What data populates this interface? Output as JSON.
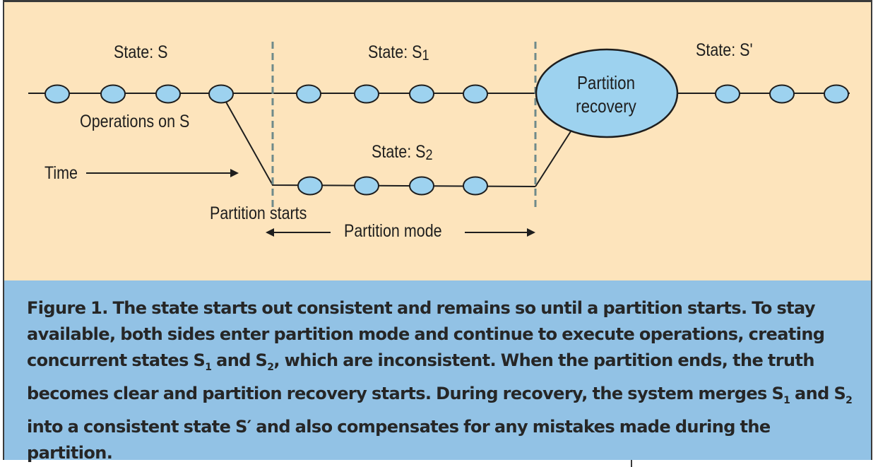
{
  "diagram": {
    "state_s": "State: S",
    "state_s1_prefix": "State: S",
    "state_s1_sub": "1",
    "state_s2_prefix": "State: S",
    "state_s2_sub": "2",
    "state_s_prime": "State: S'",
    "operations_on_s": "Operations on S",
    "time": "Time",
    "partition_starts": "Partition starts",
    "partition_mode": "Partition mode",
    "recovery_line1": "Partition",
    "recovery_line2": "recovery"
  },
  "caption": {
    "figure_label": "Figure 1.",
    "part1": " The state starts out consistent and remains so until a partition starts. To stay available, both sides enter partition mode and continue to execute operations, creating concurrent states S",
    "sub1": "1",
    "part2": " and S",
    "sub2": "2",
    "part3": ", which are inconsistent. When the partition ends, the truth becomes clear and partition recovery starts. During recovery, the system merges S",
    "sub3": "1",
    "part4": " and S",
    "sub4": "2",
    "part5": " into a consistent state S′ and also compensates for any mistakes made during the partition."
  },
  "colors": {
    "background": "#fde4bc",
    "caption_background": "#92c2e5",
    "node_fill": "#9dd2ef",
    "line": "#1e1e1e",
    "partition_marker": "#6f8a8a"
  }
}
